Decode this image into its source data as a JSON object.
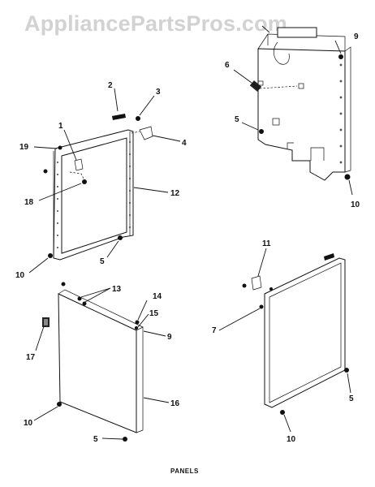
{
  "watermark": "AppliancePartsPros.com",
  "caption": "PANELS",
  "callouts": {
    "c1": "1",
    "c2": "2",
    "c3": "3",
    "c4": "4",
    "c5a": "5",
    "c5b": "5",
    "c5c": "5",
    "c5d": "5",
    "c6": "6",
    "c7": "7",
    "c9a": "9",
    "c9b": "9",
    "c10a": "10",
    "c10b": "10",
    "c10c": "10",
    "c10d": "10",
    "c11": "11",
    "c12": "12",
    "c13": "13",
    "c14": "14",
    "c15": "15",
    "c16": "16",
    "c17": "17",
    "c18": "18",
    "c19": "19"
  }
}
